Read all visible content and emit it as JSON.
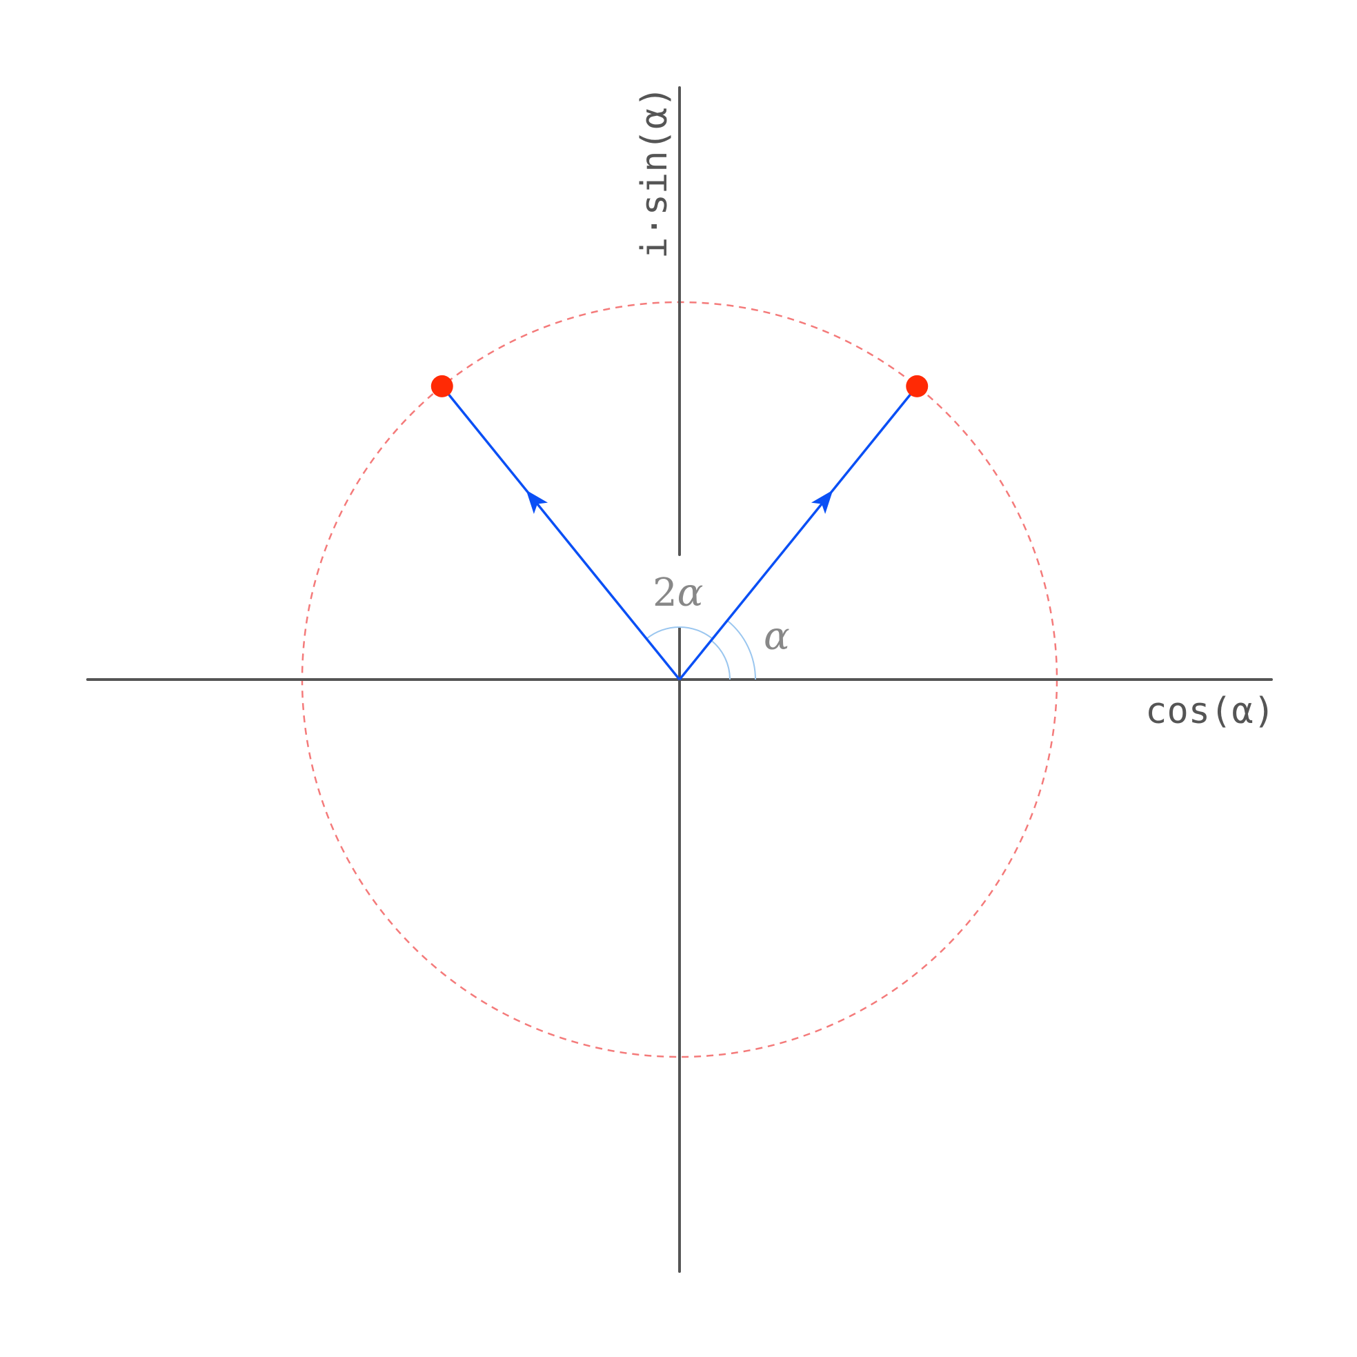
{
  "diagram": {
    "x_axis_label": "cos(α)",
    "y_axis_label": "i·sin(α)",
    "angle_label_small": "α",
    "angle_label_double_num": "2",
    "angle_label_double_sym": "α",
    "circle_radius": 1,
    "vectors": [
      {
        "name": "vector-alpha",
        "angle_deg": 51,
        "magnitude": 1
      },
      {
        "name": "vector-2alpha",
        "angle_deg": 129,
        "magnitude": 1
      }
    ],
    "colors": {
      "axis": "#555555",
      "vector": "#0a4ff5",
      "endpoint": "#ff2a05",
      "circle": "#f47a7a",
      "arc": "#9ac6ef",
      "angle_label": "#888888"
    }
  }
}
